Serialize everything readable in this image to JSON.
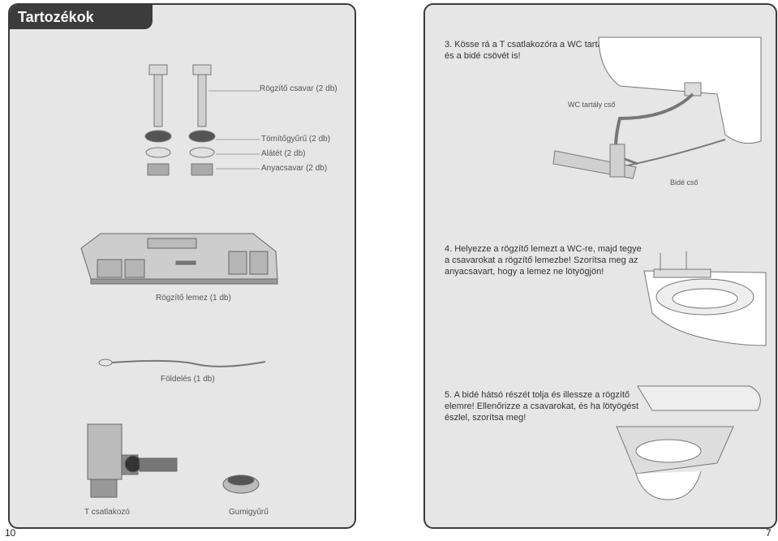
{
  "left": {
    "title": "Tartozékok",
    "labels": {
      "screw": "Rögzítő csavar (2 db)",
      "seal": "Tömítőgyűrű (2 db)",
      "washer": "Alátét (2 db)",
      "nut": "Anyacsavar (2 db)",
      "plate": "Rögzítő lemez (1 db)",
      "ground": "Földelés (1 db)",
      "tconnector": "T csatlakozó",
      "rubber": "Gumigyűrű"
    }
  },
  "right": {
    "step3": [
      "3. Kösse rá a T csatlakozóra a WC tartály",
      "és a bidé csövét is!"
    ],
    "step4": [
      "4. Helyezze a rögzítő lemezt a WC-re, majd tegye",
      "a csavarokat a rögzítő lemezbe! Szorítsa meg az",
      "anyacsavart, hogy a lemez ne lötyögjön!"
    ],
    "step5": [
      "5. A bidé hátsó részét tolja és illessze a rögzítő",
      "elemre! Ellenőrizze a csavarokat, és ha lötyögést",
      "észlel, szorítsa meg!"
    ],
    "wc_pipe": "WC tartály cső",
    "bide_pipe": "Bidé cső"
  },
  "page_numbers": {
    "left": "10",
    "right": "7"
  },
  "colors": {
    "panel": "#e6e6e6",
    "border": "#3a3a3a",
    "title_bg": "#3c3c3c"
  }
}
